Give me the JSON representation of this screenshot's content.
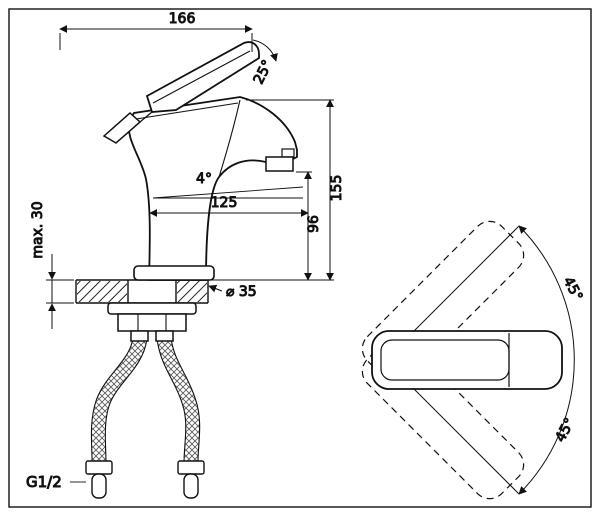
{
  "drawing": {
    "subject": "Single-lever basin mixer faucet - dimensional technical drawing",
    "colors": {
      "line_color": "#111111",
      "background_color": "#ffffff"
    },
    "side_view": {
      "dim_overall_width": "166",
      "dim_handle_angle": "25°",
      "dim_total_height": "155",
      "dim_outlet_height": "96",
      "dim_spout_reach": "125",
      "dim_spout_angle": "4°",
      "dim_max_deck_thickness": "max. 30",
      "dim_base_diameter": "⌀ 35",
      "dim_connection_thread": "G1/2"
    },
    "top_view": {
      "dim_swivel_up": "45°",
      "dim_swivel_down": "45°"
    }
  }
}
